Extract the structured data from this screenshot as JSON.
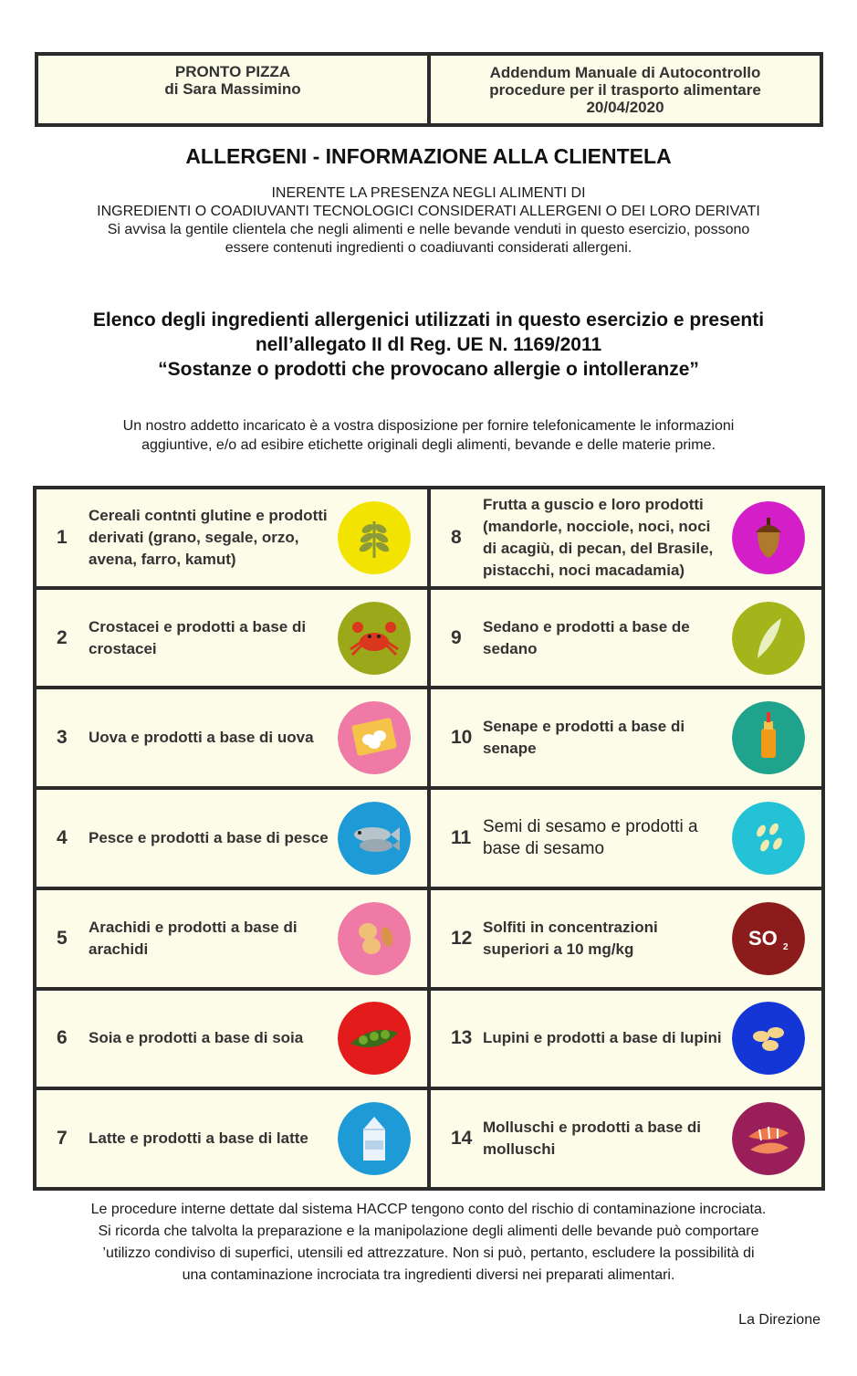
{
  "header": {
    "left_line1": "PRONTO PIZZA",
    "left_line2": "di Sara Massimino",
    "right_line1": "Addendum Manuale di Autocontrollo",
    "right_line2": "procedure per il trasporto alimentare",
    "right_line3": "20/04/2020"
  },
  "title": "ALLERGENI - INFORMAZIONE ALLA CLIENTELA",
  "intro": {
    "line1": "INERENTE LA PRESENZA NEGLI ALIMENTI DI",
    "line2": "INGREDIENTI O COADIUVANTI TECNOLOGICI CONSIDERATI ALLERGENI O DEI LORO DERIVATI",
    "line3": "Si avvisa la gentile clientela che negli alimenti e nelle bevande venduti in questo esercizio, possono",
    "line4": "essere contenuti ingredienti o coadiuvanti considerati allergeni."
  },
  "subtitle": {
    "line1": "Elenco degli ingredienti allergenici utilizzati in questo esercizio e presenti",
    "line2": "nell’allegato II dl Reg. UE N. 1169/2011",
    "line3": "“Sostanze o prodotti che provocano allergie o intolleranze”"
  },
  "notice": {
    "line1": "Un nostro addetto incaricato è a vostra disposizione per fornire telefonicamente le informazioni",
    "line2": "aggiuntive, e/o ad esibire etichette originali degli alimenti, bevande e delle materie prime."
  },
  "allergens": [
    {
      "num": "1",
      "label": "Cereali contnti glutine e prodotti derivati (grano, segale, orzo, avena, farro, kamut)",
      "icon": "wheat-icon",
      "color": "#f2e300"
    },
    {
      "num": "2",
      "label": "Crostacei e prodotti a base di crostacei",
      "icon": "crab-icon",
      "color": "#9aa81a"
    },
    {
      "num": "3",
      "label": "Uova e prodotti a base di uova",
      "icon": "eggs-icon",
      "color": "#f07aa6"
    },
    {
      "num": "4",
      "label": "Pesce e prodotti a base di pesce",
      "icon": "fish-icon",
      "color": "#1e9ad6"
    },
    {
      "num": "5",
      "label": "Arachidi e prodotti a base di arachidi",
      "icon": "peanut-icon",
      "color": "#f07aa6"
    },
    {
      "num": "6",
      "label": "Soia e prodotti a base di soia",
      "icon": "soy-icon",
      "color": "#e31b1b"
    },
    {
      "num": "7",
      "label": "Latte e prodotti a base di latte",
      "icon": "milk-icon",
      "color": "#1e9ad6"
    },
    {
      "num": "8",
      "label": "Frutta a guscio e loro prodotti (mandorle, nocciole, noci, noci di acagiù, di pecan, del Brasile, pistacchi, noci macadamia)",
      "icon": "acorn-icon",
      "color": "#d41ec8"
    },
    {
      "num": "9",
      "label": "Sedano e prodotti a base de sedano",
      "icon": "celery-icon",
      "color": "#a3b51a"
    },
    {
      "num": "10",
      "label": "Senape e prodotti a base di senape",
      "icon": "mustard-icon",
      "color": "#1fa38c"
    },
    {
      "num": "11",
      "label": "Semi di sesamo e prodotti a base di sesamo",
      "icon": "sesame-icon",
      "color": "#24c2d6"
    },
    {
      "num": "12",
      "label": "Solfiti in concentrazioni superiori a 10 mg/kg",
      "icon": "so2-icon",
      "color": "#8c1c1c",
      "icon_text": "SO",
      "icon_sub": "2"
    },
    {
      "num": "13",
      "label": "Lupini e prodotti a base di lupini",
      "icon": "lupin-icon",
      "color": "#1436d6"
    },
    {
      "num": "14",
      "label": "Molluschi e prodotti a base di molluschi",
      "icon": "shellfish-icon",
      "color": "#9a1e5a"
    }
  ],
  "footer": {
    "line1": "Le procedure interne dettate dal sistema HACCP tengono conto del rischio di contaminazione incrociata.",
    "line2": "Si ricorda che talvolta la preparazione e la manipolazione degli alimenti  delle bevande può comportare",
    "line3": "’utilizzo condiviso di superfici, utensili ed attrezzature. Non si può, pertanto, escludere la possibilità di",
    "line4": "una contaminazione incrociata tra ingredienti diversi nei preparati alimentari."
  },
  "signature": "La Direzione"
}
